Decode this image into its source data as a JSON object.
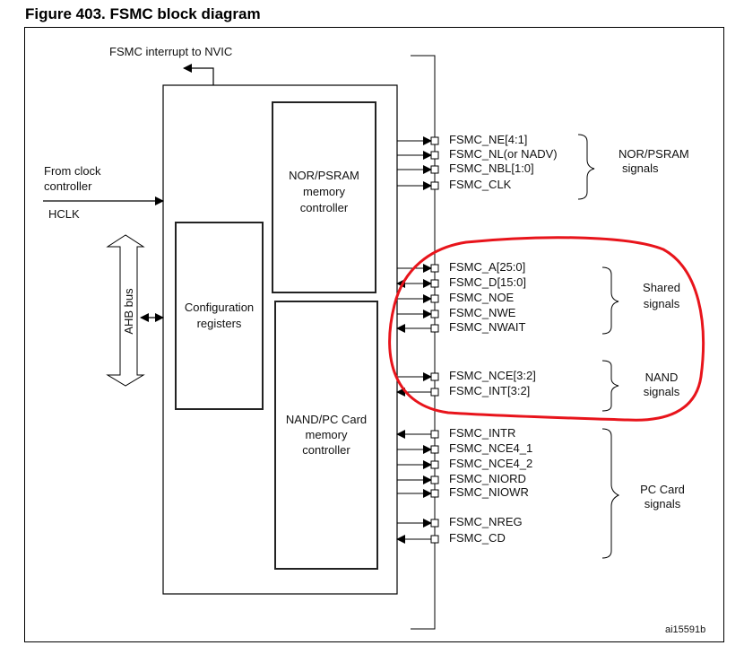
{
  "figure_title": "Figure 403.  FSMC block diagram",
  "interrupt_label": "FSMC interrupt to NVIC",
  "clock": {
    "source_line1": "From clock",
    "source_line2": "controller",
    "signal": "HCLK"
  },
  "bus_label": "AHB bus",
  "blocks": {
    "config": [
      "Configuration",
      "registers"
    ],
    "nor": [
      "NOR/PSRAM",
      "memory",
      "controller"
    ],
    "nand": [
      "NAND/PC Card",
      "memory",
      "controller"
    ]
  },
  "pins": [
    {
      "name": "FSMC_NE[4:1]",
      "dir": "out",
      "group": "nor"
    },
    {
      "name": "FSMC_NL(or NADV)",
      "dir": "out",
      "group": "nor"
    },
    {
      "name": "FSMC_NBL[1:0]",
      "dir": "out",
      "group": "nor"
    },
    {
      "name": "FSMC_CLK",
      "dir": "out",
      "group": "nor"
    },
    {
      "name": "FSMC_A[25:0]",
      "dir": "out",
      "group": "shared"
    },
    {
      "name": "FSMC_D[15:0]",
      "dir": "bidir",
      "group": "shared"
    },
    {
      "name": "FSMC_NOE",
      "dir": "out",
      "group": "shared"
    },
    {
      "name": "FSMC_NWE",
      "dir": "out",
      "group": "shared"
    },
    {
      "name": "FSMC_NWAIT",
      "dir": "in",
      "group": "shared"
    },
    {
      "name": "FSMC_NCE[3:2]",
      "dir": "out",
      "group": "nand"
    },
    {
      "name": "FSMC_INT[3:2]",
      "dir": "in",
      "group": "nand"
    },
    {
      "name": "FSMC_INTR",
      "dir": "in",
      "group": "pccard"
    },
    {
      "name": "FSMC_NCE4_1",
      "dir": "out",
      "group": "pccard"
    },
    {
      "name": "FSMC_NCE4_2",
      "dir": "out",
      "group": "pccard"
    },
    {
      "name": "FSMC_NIORD",
      "dir": "out",
      "group": "pccard"
    },
    {
      "name": "FSMC_NIOWR",
      "dir": "out",
      "group": "pccard"
    },
    {
      "name": "FSMC_NREG",
      "dir": "out",
      "group": "pccard"
    },
    {
      "name": "FSMC_CD",
      "dir": "in",
      "group": "pccard"
    }
  ],
  "groups": {
    "nor": [
      "NOR/PSRAM",
      "signals"
    ],
    "shared": [
      "Shared",
      "signals"
    ],
    "nand": [
      "NAND",
      "signals"
    ],
    "pccard": [
      "PC Card",
      "signals"
    ]
  },
  "annotation_color": "#e8141b",
  "figure_id": "ai15591b"
}
